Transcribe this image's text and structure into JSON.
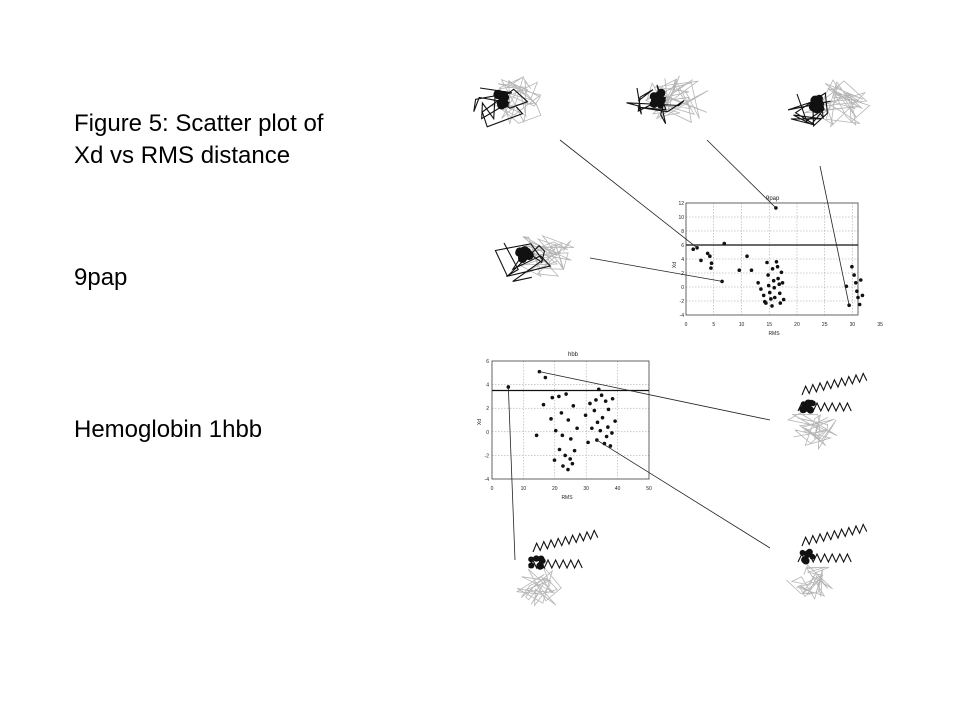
{
  "slide": {
    "title_line1": "Figure 5: Scatter plot of",
    "title_line2": "Xd vs RMS distance",
    "label_top": "9pap",
    "label_bottom": "Hemoglobin  1hbb"
  },
  "chart_data": [
    {
      "type": "scatter",
      "title": "9pap",
      "xlabel": "RMS",
      "ylabel": "Xd",
      "xlim": [
        0,
        31
      ],
      "ylim": [
        -4,
        12
      ],
      "xticks": [
        0,
        5,
        10,
        15,
        20,
        25,
        30,
        35
      ],
      "yticks": [
        12,
        10,
        8,
        6,
        4,
        2,
        0,
        -2,
        -4
      ],
      "grid": true,
      "threshold_xd": 6.0,
      "points": [
        [
          1.3,
          5.4
        ],
        [
          2.0,
          5.6
        ],
        [
          2.7,
          3.8
        ],
        [
          3.9,
          4.8
        ],
        [
          4.3,
          4.4
        ],
        [
          4.6,
          3.4
        ],
        [
          4.5,
          2.7
        ],
        [
          6.5,
          0.8
        ],
        [
          6.9,
          6.2
        ],
        [
          9.6,
          2.4
        ],
        [
          11.0,
          4.4
        ],
        [
          11.8,
          2.4
        ],
        [
          13.0,
          0.6
        ],
        [
          13.5,
          -0.3
        ],
        [
          14.0,
          -1.2
        ],
        [
          14.2,
          -2.1
        ],
        [
          14.4,
          -2.3
        ],
        [
          14.6,
          3.5
        ],
        [
          14.8,
          1.7
        ],
        [
          14.9,
          0.2
        ],
        [
          15.1,
          -0.8
        ],
        [
          15.3,
          -1.7
        ],
        [
          15.5,
          -2.7
        ],
        [
          15.6,
          2.6
        ],
        [
          15.8,
          0.9
        ],
        [
          15.9,
          -0.1
        ],
        [
          16.0,
          -1.5
        ],
        [
          16.3,
          3.6
        ],
        [
          16.5,
          2.9
        ],
        [
          16.6,
          1.2
        ],
        [
          16.8,
          0.4
        ],
        [
          16.9,
          -0.9
        ],
        [
          17.0,
          -2.3
        ],
        [
          17.2,
          2.1
        ],
        [
          17.4,
          0.6
        ],
        [
          17.6,
          -1.8
        ],
        [
          16.2,
          11.3
        ],
        [
          28.9,
          0.1
        ],
        [
          29.4,
          -2.6
        ],
        [
          29.9,
          2.9
        ],
        [
          30.3,
          1.7
        ],
        [
          30.6,
          0.6
        ],
        [
          30.8,
          -0.6
        ],
        [
          31.0,
          -1.5
        ],
        [
          31.3,
          -2.5
        ],
        [
          31.5,
          1.0
        ],
        [
          31.8,
          -1.2
        ]
      ]
    },
    {
      "type": "scatter",
      "title": "hbb",
      "xlabel": "RMS",
      "ylabel": "Xd",
      "xlim": [
        0,
        50
      ],
      "ylim": [
        -4,
        6
      ],
      "xticks": [
        0,
        10,
        20,
        30,
        40,
        50
      ],
      "yticks": [
        6,
        4,
        2,
        0,
        -2,
        -4
      ],
      "grid": true,
      "threshold_xd": 3.5,
      "points": [
        [
          5.2,
          3.8
        ],
        [
          15.1,
          5.1
        ],
        [
          17.0,
          4.6
        ],
        [
          16.4,
          2.3
        ],
        [
          19.2,
          2.9
        ],
        [
          21.3,
          3.0
        ],
        [
          23.6,
          3.2
        ],
        [
          18.8,
          1.1
        ],
        [
          22.1,
          1.6
        ],
        [
          24.3,
          1.0
        ],
        [
          25.9,
          2.2
        ],
        [
          20.3,
          0.1
        ],
        [
          22.4,
          -0.3
        ],
        [
          25.1,
          -0.6
        ],
        [
          27.1,
          0.3
        ],
        [
          21.5,
          -1.5
        ],
        [
          23.3,
          -2.0
        ],
        [
          24.9,
          -2.3
        ],
        [
          22.6,
          -2.9
        ],
        [
          24.2,
          -3.2
        ],
        [
          25.6,
          -2.7
        ],
        [
          26.3,
          -1.6
        ],
        [
          14.2,
          -0.3
        ],
        [
          19.9,
          -2.4
        ],
        [
          31.2,
          2.4
        ],
        [
          33.1,
          2.7
        ],
        [
          34.9,
          3.1
        ],
        [
          36.2,
          2.6
        ],
        [
          37.1,
          1.9
        ],
        [
          35.2,
          1.2
        ],
        [
          33.6,
          0.8
        ],
        [
          31.8,
          0.3
        ],
        [
          34.5,
          0.1
        ],
        [
          36.9,
          0.4
        ],
        [
          38.2,
          -0.1
        ],
        [
          33.4,
          -0.7
        ],
        [
          35.8,
          -1.0
        ],
        [
          37.7,
          -1.2
        ],
        [
          32.6,
          1.8
        ],
        [
          38.4,
          2.8
        ],
        [
          30.6,
          -0.9
        ],
        [
          34.0,
          3.6
        ],
        [
          36.5,
          -0.4
        ],
        [
          39.2,
          0.9
        ],
        [
          29.8,
          1.4
        ]
      ]
    }
  ]
}
